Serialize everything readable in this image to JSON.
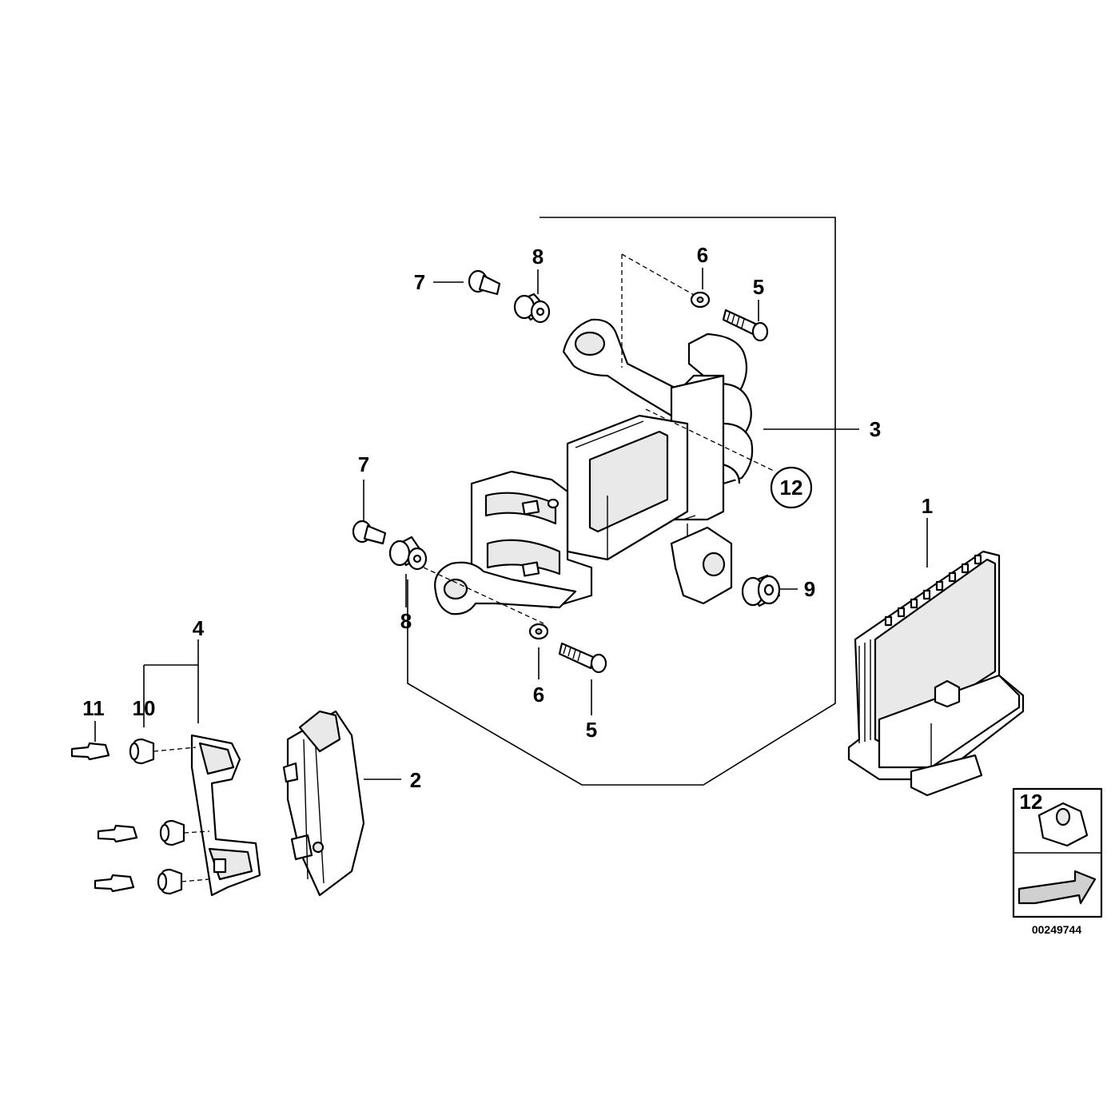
{
  "diagram_id": "00249744",
  "callouts": {
    "c1": "1",
    "c2": "2",
    "c3": "3",
    "c4": "4",
    "c5a": "5",
    "c5b": "5",
    "c6a": "6",
    "c6b": "6",
    "c7a": "7",
    "c7b": "7",
    "c8a": "8",
    "c8b": "8",
    "c9": "9",
    "c10": "10",
    "c11": "11",
    "c12": "12"
  },
  "inset": {
    "label": "12"
  }
}
